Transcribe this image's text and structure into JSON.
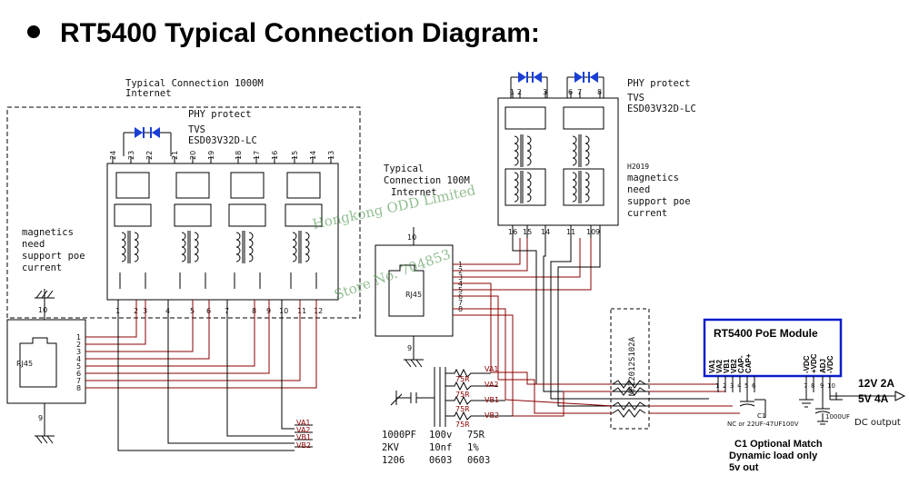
{
  "title": "RT5400    Typical Connection Diagram:",
  "left_block": {
    "label_line1": "Typical Connection 1000M",
    "label_line2": "Internet",
    "phy_protect": "PHY protect",
    "tvs": "TVS",
    "tvs_part": "ESD03V32D-LC",
    "magnetics": [
      "magnetics",
      "need",
      "support poe",
      "current"
    ],
    "rj45": "RJ45",
    "top_pins": [
      "24",
      "23",
      "22",
      "21",
      "20",
      "19",
      "18",
      "17",
      "16",
      "15",
      "14",
      "13"
    ],
    "bottom_pins": [
      "1",
      "2",
      "3",
      "4",
      "5",
      "6",
      "7",
      "8",
      "9",
      "10",
      "11",
      "12"
    ],
    "rj45_pins": [
      "1",
      "2",
      "3",
      "4",
      "5",
      "6",
      "7",
      "8"
    ],
    "rj45_side_pins": [
      "10",
      "9"
    ],
    "va_labels": [
      "VA1",
      "VA2",
      "VB1",
      "VB2"
    ]
  },
  "mid_block": {
    "label_line1": "Typical",
    "label_line2": "Connection 100M",
    "label_line3": "Internet",
    "rj45": "RJ45",
    "rj45_pins": [
      "1",
      "2",
      "3",
      "4",
      "5",
      "6",
      "7",
      "8"
    ],
    "rj45_side_pins": [
      "10",
      "9"
    ]
  },
  "right_block": {
    "phy_protect": "PHY protect",
    "tvs": "TVS",
    "tvs_part": "ESD03V32D-LC",
    "h_label": "H2019",
    "magnetics": [
      "magnetics",
      "need",
      "support poe",
      "current"
    ],
    "top_pins": [
      "1",
      "2",
      "3",
      "6",
      "7",
      "8"
    ],
    "bottom_pins": [
      "16",
      "15",
      "14",
      "11",
      "10",
      "9"
    ]
  },
  "resistors": {
    "labels": [
      "75R",
      "75R",
      "75R",
      "75R"
    ],
    "va_labels": [
      "VA1",
      "VA2",
      "VB1",
      "VB2"
    ],
    "spec_rows": [
      [
        "1000PF",
        "100v",
        "75R"
      ],
      [
        "2KV",
        "10nf",
        "1%"
      ],
      [
        "1206",
        "0603",
        "0603"
      ]
    ]
  },
  "bridge_label": "MPZ2012S102A",
  "module": {
    "title": "RT5400 PoE  Module",
    "left_pins": [
      "VA1",
      "VA2",
      "VB1",
      "VB2",
      "CAP-",
      "CAP+"
    ],
    "right_pins": [
      "-VDC",
      "+VDC",
      "ADJ",
      "-VDC"
    ],
    "pin_numbers": [
      "1",
      "2",
      "3",
      "4",
      "5",
      "6",
      "7",
      "8",
      "9",
      "10"
    ]
  },
  "c1_label": "C1",
  "c1_note": "NC or 22UF-47UF100V",
  "cap_1000uf": "1000UF",
  "output": {
    "line1": "12V 2A",
    "line2": "5V 4A",
    "dc": "DC output"
  },
  "notes": [
    "C1  Optional  Match",
    "Dynamic load only",
    "5v out"
  ],
  "watermark": [
    "Hongkong  ODD  Limited",
    "Store  No. 704853"
  ]
}
